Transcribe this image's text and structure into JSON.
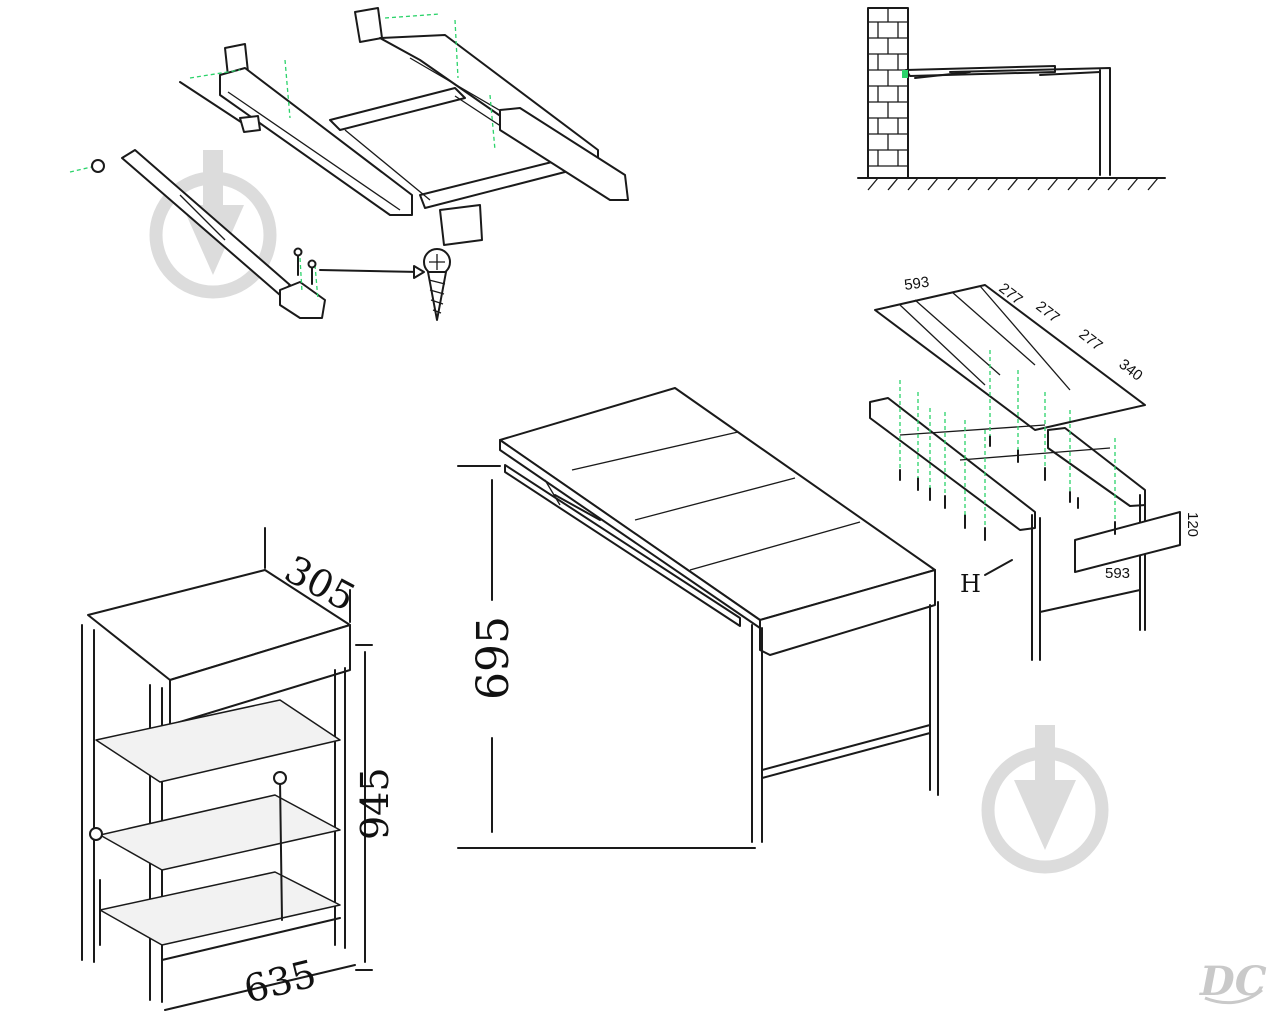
{
  "top_panel": {
    "dimensions": [
      "593",
      "277",
      "277",
      "277",
      "340"
    ]
  },
  "drawer_front": {
    "height": "120",
    "width": "593"
  },
  "hardware_label": "H",
  "desk_height": "695",
  "cabinet": {
    "depth": "305",
    "height": "945",
    "width": "635"
  },
  "logo_text": "DC",
  "colors": {
    "line": "#1a1a1a",
    "guide": "#2bd36a",
    "watermark": "#dcdcdc",
    "logo": "#c9c9c9"
  },
  "icons": [
    "watermark-pin-icon",
    "screw-icon",
    "dc-logo"
  ]
}
